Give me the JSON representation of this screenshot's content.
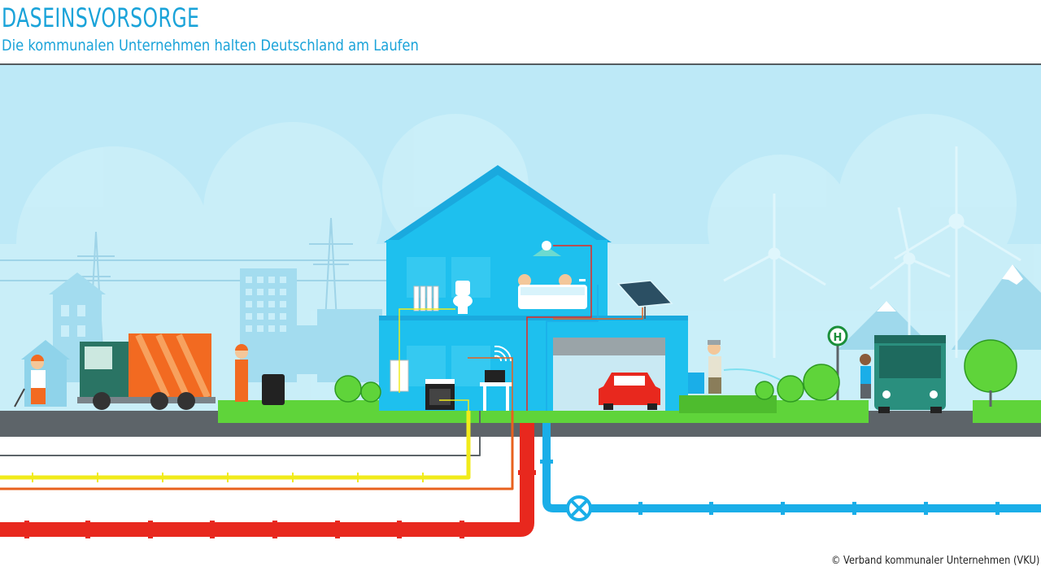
{
  "header": {
    "title": "DASEINSVORSORGE",
    "subtitle": "Die kommunalen Unternehmen halten Deutschland am Laufen"
  },
  "footer": {
    "credit": "© Verband kommunaler Unternehmen (VKU)"
  },
  "bus_stop": {
    "sign": "H"
  },
  "colors": {
    "sky": "#bde9f7",
    "house": "#1ec0ee",
    "grass": "#5fd43a",
    "road": "#5d6469",
    "title": "#1aa3d9",
    "heating_pipe": "#e8281e",
    "gas_pipe": "#f1eb1b",
    "power_line": "#e8611e",
    "water_pipe": "#1aaee8",
    "telecom_line": "#5d6469"
  },
  "icons": [
    "radiator-icon",
    "toilet-icon",
    "shower-icon",
    "solar-panel-icon",
    "wifi-icon",
    "oven-icon",
    "car-icon",
    "garbage-truck-icon",
    "bus-icon",
    "wind-turbine-icon",
    "valve-icon"
  ]
}
